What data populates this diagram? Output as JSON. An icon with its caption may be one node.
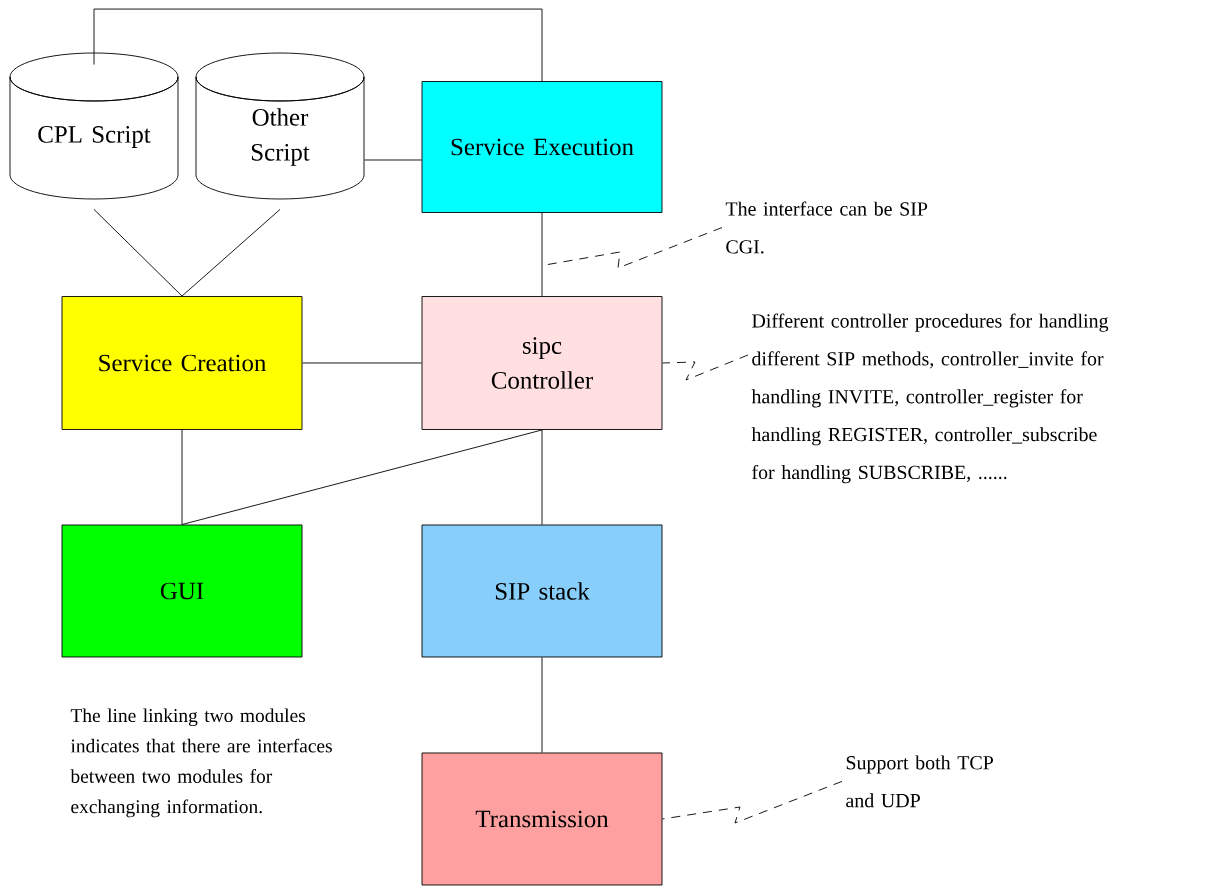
{
  "diagram": {
    "nodes": [
      {
        "text": [
          "CPL Script"
        ]
      },
      {
        "text": [
          "Other Script"
        ]
      },
      {
        "text": [
          "Service Execution"
        ]
      },
      {
        "text": [
          "Service Creation"
        ]
      },
      {
        "text": [
          "sipc Controller"
        ]
      },
      {
        "text": [
          "GUI"
        ]
      },
      {
        "text": [
          "SIP stack"
        ]
      },
      {
        "text": [
          "Transmission"
        ]
      },
      {
        "text": [
          "The interface can be SIP CGI."
        ]
      },
      {
        "text": [
          "Different controller procedures for handling different SIP methods, controller_invite for handling INVITE, controller_register for handling REGISTER, controller_subscribe for handling SUBSCRIBE, ......"
        ]
      },
      {
        "text": [
          "Support both TCP and UDP"
        ]
      }
    ],
    "edges": [
      {
        "from": 0,
        "to": 3,
        "arrow": "none"
      },
      {
        "from": 1,
        "to": 3,
        "arrow": "none"
      },
      {
        "from": 1,
        "to": 2,
        "arrow": "none"
      },
      {
        "from": 0,
        "to": 2,
        "arrow": "none"
      },
      {
        "from": 2,
        "to": 4,
        "arrow": "none"
      },
      {
        "from": 3,
        "to": 4,
        "arrow": "none"
      },
      {
        "from": 3,
        "to": 5,
        "arrow": "none"
      },
      {
        "from": 4,
        "to": 5,
        "arrow": "none"
      },
      {
        "from": 4,
        "to": 6,
        "arrow": "none"
      },
      {
        "from": 6,
        "to": 7,
        "arrow": "none"
      },
      {
        "from": 8,
        "to": null,
        "arrow": "none",
        "style": "dashed"
      },
      {
        "from": 9,
        "to": 4,
        "arrow": "none",
        "style": "dashed"
      },
      {
        "from": 10,
        "to": 7,
        "arrow": "none",
        "style": "dashed"
      }
    ],
    "labels": [
      "The line linking two modules indicates that there are interfaces between two modules for exchanging information."
    ]
  }
}
